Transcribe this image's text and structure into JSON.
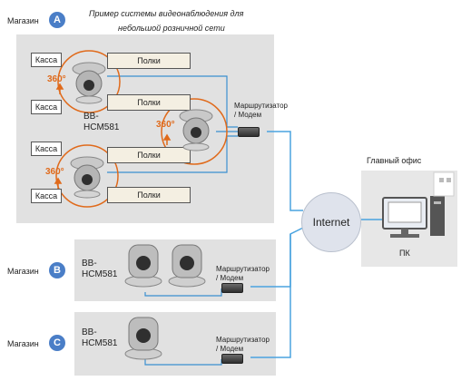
{
  "title": {
    "line1": "Пример системы видеонаблюдения для",
    "line2": "небольшой розничной сети"
  },
  "store_a": {
    "label": "Магазин",
    "badge": "A",
    "kassa": [
      "Касса",
      "Касса",
      "Касса",
      "Касса"
    ],
    "shelves": [
      "Полки",
      "Полки",
      "Полки",
      "Полки"
    ],
    "angle": "360°",
    "model_line1": "BB-",
    "model_line2": "HCM581",
    "router_line1": "Маршрутизатор",
    "router_line2": "/ Модем"
  },
  "store_b": {
    "label": "Магазин",
    "badge": "B",
    "model_line1": "BB-",
    "model_line2": "HCM581",
    "router_line1": "Маршрутизатор",
    "router_line2": "/ Модем"
  },
  "store_c": {
    "label": "Магазин",
    "badge": "C",
    "model_line1": "BB-",
    "model_line2": "HCM581",
    "router_line1": "Маршрутизатор",
    "router_line2": "/ Модем"
  },
  "internet": "Internet",
  "head_office": {
    "label": "Главный офис",
    "pc": "ПК"
  },
  "colors": {
    "panel": "#e1e1e1",
    "link": "#4aa3df",
    "wire": "#3b8fd0",
    "coverage": "#e06a1b",
    "badge": "#4a7ec7"
  }
}
